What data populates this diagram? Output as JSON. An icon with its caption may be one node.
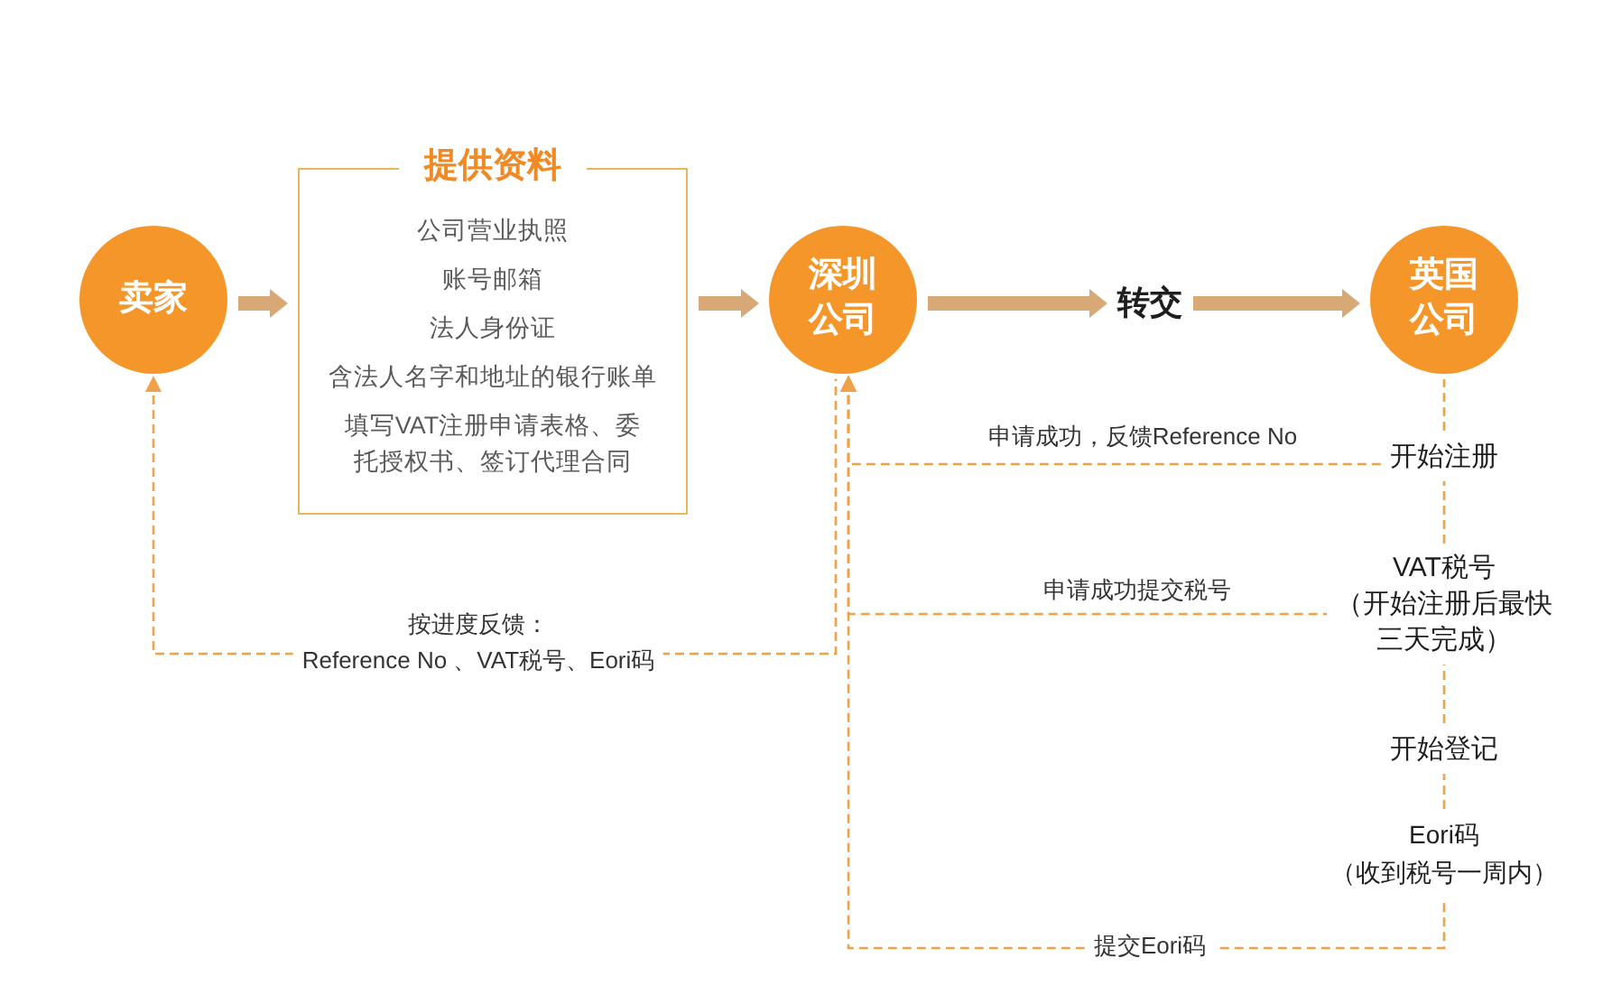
{
  "diagram": {
    "nodes": [
      {
        "text": [
          "卖家"
        ]
      },
      {
        "text": [
          "提供资料",
          "公司营业执照",
          "账号邮箱",
          "法人身份证",
          "含法人名字和地址的银行账单",
          "填写VAT注册申请表格、委托授权书、签订代理合同"
        ]
      },
      {
        "text": [
          "深圳公司"
        ]
      },
      {
        "text": [
          "转交"
        ]
      },
      {
        "text": [
          "英国公司"
        ]
      },
      {
        "text": [
          "开始注册"
        ]
      },
      {
        "text": [
          "VAT税号",
          "（开始注册后最快三天完成）"
        ]
      },
      {
        "text": [
          "开始登记"
        ]
      },
      {
        "text": [
          "Eori码",
          "（收到税号一周内）"
        ]
      }
    ],
    "edges": [
      {
        "from": 0,
        "to": 1,
        "arrow": "to",
        "style": "thick",
        "color": "#d9a877"
      },
      {
        "from": 1,
        "to": 2,
        "arrow": "to",
        "style": "thick",
        "color": "#d9a877"
      },
      {
        "from": 2,
        "to": 3,
        "arrow": "to",
        "style": "thick",
        "color": "#d9a877"
      },
      {
        "from": 3,
        "to": 4,
        "arrow": "to",
        "style": "thick",
        "color": "#d9a877"
      },
      {
        "from": 4,
        "to": 5,
        "arrow": "none",
        "style": "dashed"
      },
      {
        "from": 5,
        "to": 6,
        "arrow": "none",
        "style": "dashed"
      },
      {
        "from": 6,
        "to": 7,
        "arrow": "none",
        "style": "dashed"
      },
      {
        "from": 7,
        "to": 8,
        "arrow": "none",
        "style": "dashed"
      },
      {
        "from": 5,
        "to": 2,
        "arrow": "to",
        "style": "dashed",
        "label": "申请成功，反馈Reference No"
      },
      {
        "from": 6,
        "to": 2,
        "arrow": "to",
        "style": "dashed",
        "label": "申请成功提交税号"
      },
      {
        "from": 8,
        "to": 2,
        "arrow": "to",
        "style": "dashed",
        "label": "提交Eori码"
      },
      {
        "from": 2,
        "to": 0,
        "arrow": "to",
        "style": "dashed",
        "label": "按进度反馈： Reference No 、VAT税号、Eori码"
      }
    ]
  }
}
